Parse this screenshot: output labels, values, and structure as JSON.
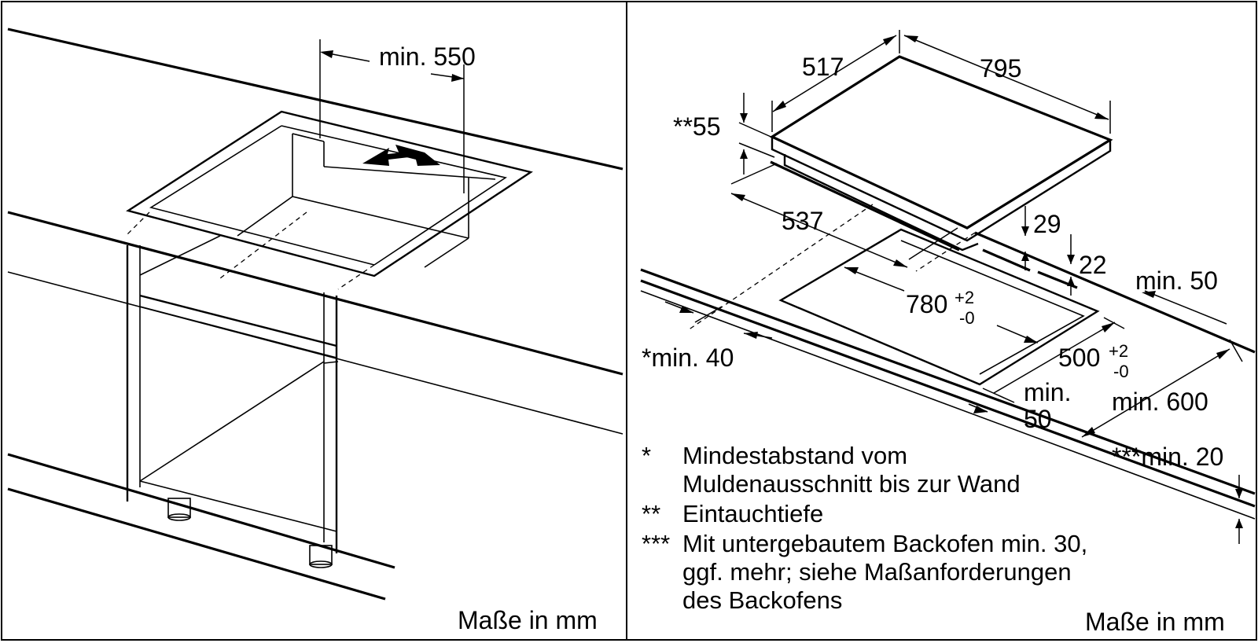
{
  "left_panel": {
    "dim_min_550": "min. 550",
    "units": "Maße in mm"
  },
  "right_panel": {
    "dim_517": "517",
    "dim_795": "795",
    "dim_55": "**55",
    "dim_537": "537",
    "dim_29": "29",
    "dim_22": "22",
    "dim_min_50_right": "min. 50",
    "dim_780": "780",
    "dim_780_tol_plus": "+2",
    "dim_780_tol_minus": "-0",
    "dim_500": "500",
    "dim_500_tol_plus": "+2",
    "dim_500_tol_minus": "-0",
    "dim_min_40": "*min. 40",
    "dim_min_front_line1": "min.",
    "dim_min_front_line2": "50",
    "dim_min_600": "min. 600",
    "dim_min_20": "***min. 20",
    "notes": [
      {
        "marker": "*",
        "line1": "Mindestabstand vom",
        "line2": "Muldenausschnitt bis zur Wand"
      },
      {
        "marker": "**",
        "line1": "Eintauchtiefe"
      },
      {
        "marker": "***",
        "line1": "Mit untergebautem Backofen min. 30,",
        "line2": "ggf. mehr; siehe Maßanforderungen",
        "line3": "des Backofens"
      }
    ],
    "units": "Maße in mm"
  }
}
